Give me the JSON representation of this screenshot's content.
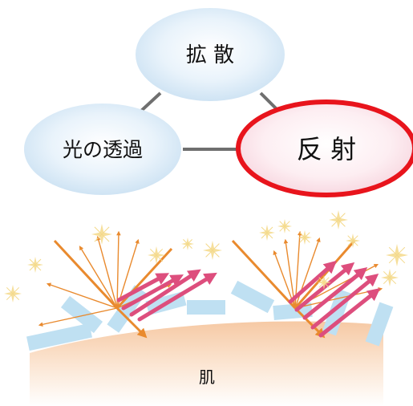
{
  "diagram": {
    "nodes": {
      "diffusion": "拡 散",
      "transmission": "光の透過",
      "reflection": "反 射"
    },
    "highlighted_node": "reflection",
    "skin_label": "肌"
  },
  "colors": {
    "node_fill": "#dcebf7",
    "highlight_fill": "#fde6ec",
    "highlight_stroke": "#e8141c",
    "connector": "#6f6f6f",
    "skin": "#f8d3b3",
    "particle": "#bfe0f2",
    "reflected_arrow": "#dd4e7d",
    "incident_ray": "#e98a2e",
    "sparkle": "#f4d98a"
  }
}
